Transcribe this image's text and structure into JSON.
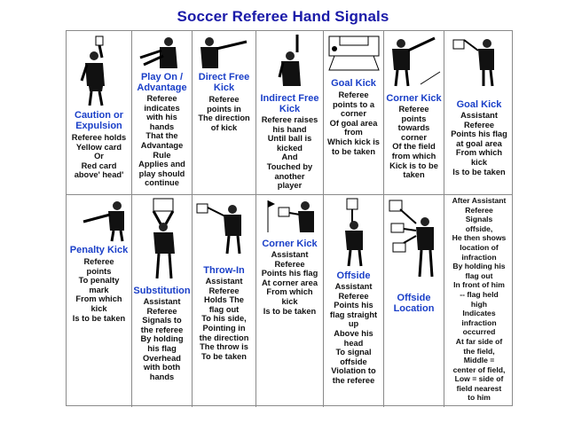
{
  "title": "Soccer Referee Hand Signals",
  "cells": [
    {
      "heading": "Caution or Expulsion",
      "text": "Referee holds\nYellow card\nOr\nRed card\nabove' head'"
    },
    {
      "heading": "Play On / Advantage",
      "text": "Referee\nindicates\nwith his\nhands\nThat the\nAdvantage\nRule\nApplies and\nplay should\ncontinue"
    },
    {
      "heading": "Direct Free Kick",
      "text": "Referee\npoints in\nThe direction\nof kick"
    },
    {
      "heading": "Indirect Free Kick",
      "text": "Referee raises\nhis hand\nUntil ball is\nkicked\nAnd\nTouched by\nanother\nplayer"
    },
    {
      "heading": "Goal Kick",
      "text": "Referee\npoints to a\ncorner\nOf goal area\nfrom\nWhich kick is\nto be taken"
    },
    {
      "heading": "Corner Kick",
      "text": "Referee\npoints\ntowards\ncorner\nOf the field\nfrom which\nKick is to be\ntaken"
    },
    {
      "heading": "Goal Kick",
      "text": "Assistant\nReferee\nPoints his flag\nat goal area\nFrom which\nkick\nIs to be taken"
    },
    {
      "heading": "Penalty Kick",
      "text": "Referee\npoints\nTo penalty\nmark\nFrom which\nkick\nIs to be taken"
    },
    {
      "heading": "Substitution",
      "text": "Assistant\nReferee\nSignals to\nthe referee\nBy holding\nhis flag\nOverhead\nwith both\nhands"
    },
    {
      "heading": "Throw-In",
      "text": "Assistant\nReferee\nHolds The\nflag out\nTo his side,\nPointing in\nthe direction\nThe throw is\nTo be taken"
    },
    {
      "heading": "Corner Kick",
      "text": "Assistant\nReferee\nPoints his flag\nAt corner area\nFrom which\nkick\nIs to be taken"
    },
    {
      "heading": "Offside",
      "text": "Assistant\nReferee\nPoints his\nflag straight\nup\nAbove his\nhead\nTo signal\noffside\nViolation to\nthe referee"
    },
    {
      "heading": "Offside Location",
      "text": ""
    },
    {
      "heading": "",
      "text": "After Assistant\nReferee\nSignals\noffside,\nHe then shows\nlocation of\ninfraction\nBy holding his\nflag out\nIn front of him\n-- flag held\nhigh\nIndicates\ninfraction\noccurred\nAt far side of\nthe field,\nMiddle =\ncenter of field,\nLow = side of\nfield nearest\nto him"
    }
  ],
  "colors": {
    "title": "#1a1aa8",
    "heading": "#1a3fc8",
    "body": "#111111",
    "border": "#8a8a8a"
  }
}
